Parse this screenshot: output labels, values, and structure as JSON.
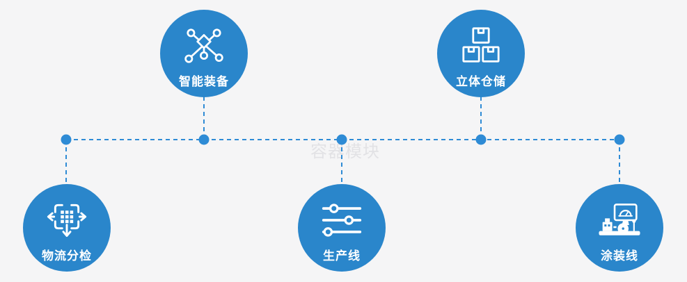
{
  "diagram": {
    "watermark": "容器模块",
    "nodes": [
      {
        "label": "智能装备",
        "icon": "network-nodes-icon",
        "position": "top-left"
      },
      {
        "label": "立体仓储",
        "icon": "stacked-boxes-icon",
        "position": "top-right"
      },
      {
        "label": "物流分检",
        "icon": "sort-move-arrows-icon",
        "position": "bottom-left"
      },
      {
        "label": "生产线",
        "icon": "sliders-icon",
        "position": "bottom-center"
      },
      {
        "label": "涂装线",
        "icon": "machine-monitor-icon",
        "position": "bottom-right"
      }
    ],
    "colors": {
      "background": "#f5f5f6",
      "node_fill": "#2a86cb",
      "connector": "#2e8bd5",
      "label_text": "#ffffff",
      "watermark_text": "#e2e2e5"
    }
  }
}
